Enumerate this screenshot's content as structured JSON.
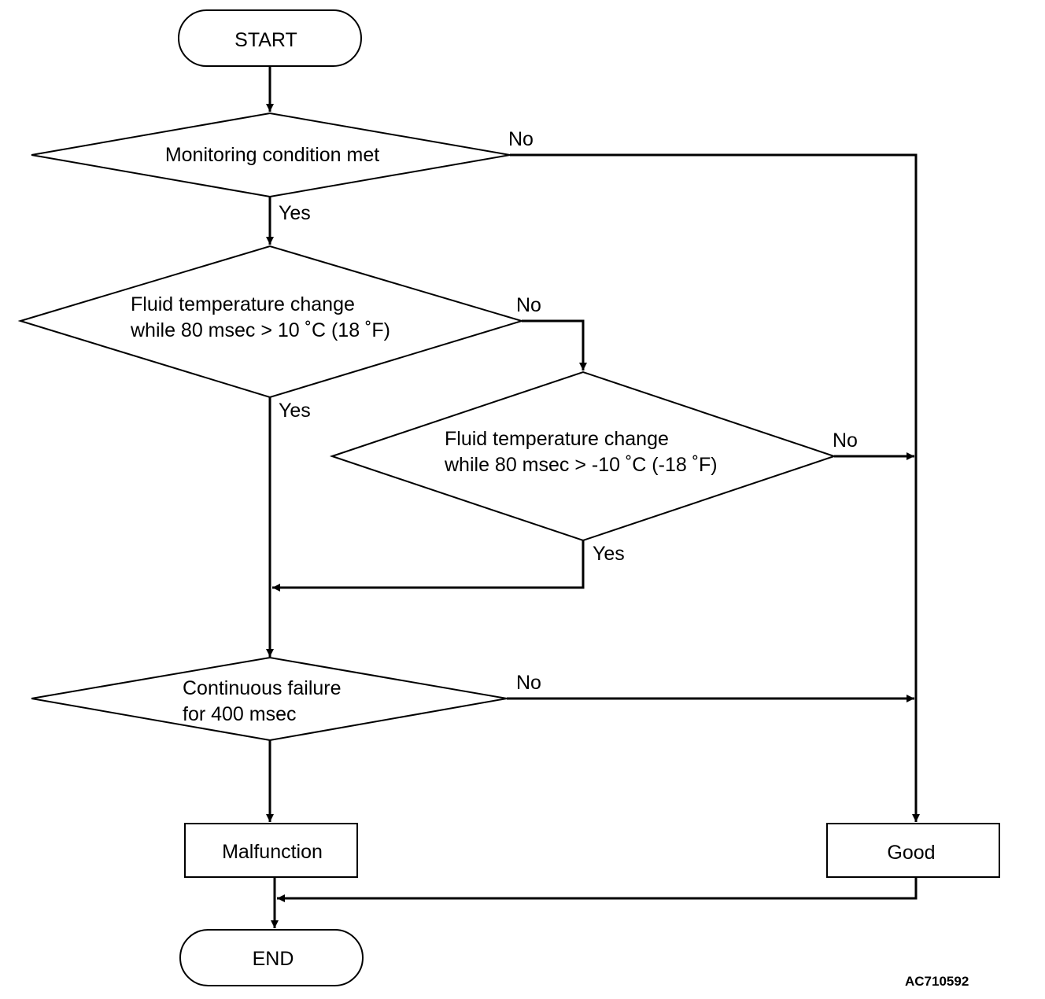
{
  "nodes": {
    "start": "START",
    "decision1": "Monitoring condition met",
    "decision2": [
      "Fluid temperature change",
      "while 80 msec > 10 ˚C (18 ˚F)"
    ],
    "decision3": [
      "Fluid temperature change",
      "while 80 msec > -10 ˚C (-18 ˚F)"
    ],
    "decision4": [
      "Continuous failure",
      "for 400 msec"
    ],
    "malfunction": "Malfunction",
    "good": "Good",
    "end": "END"
  },
  "edges": {
    "d1_no": "No",
    "d1_yes": "Yes",
    "d2_no": "No",
    "d2_yes": "Yes",
    "d3_no": "No",
    "d3_yes": "Yes",
    "d4_no": "No"
  },
  "figure_code": "AC710592"
}
